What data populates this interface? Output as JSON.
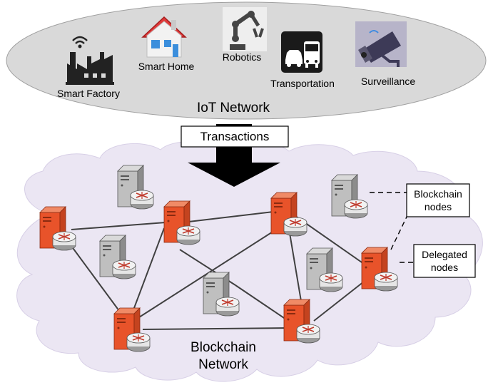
{
  "iot_network": {
    "title": "IoT Network",
    "devices": [
      {
        "label": "Smart Factory",
        "icon": "factory-icon"
      },
      {
        "label": "Smart Home",
        "icon": "house-icon"
      },
      {
        "label": "Robotics",
        "icon": "robot-arm-icon"
      },
      {
        "label": "Transportation",
        "icon": "car-bus-icon"
      },
      {
        "label": "Surveillance",
        "icon": "camera-icon"
      }
    ]
  },
  "transactions_label": "Transactions",
  "blockchain_network": {
    "title_line1": "Blockchain",
    "title_line2": "Network"
  },
  "legend": {
    "blockchain_nodes_line1": "Blockchain",
    "blockchain_nodes_line2": "nodes",
    "delegated_nodes_line1": "Delegated",
    "delegated_nodes_line2": "nodes"
  },
  "colors": {
    "iot_ellipse": "#d9d9d9",
    "cloud": "#ebe6f3",
    "delegated_server": "#e8532a",
    "regular_server": "#a6a6a6",
    "arrow": "#000000"
  }
}
